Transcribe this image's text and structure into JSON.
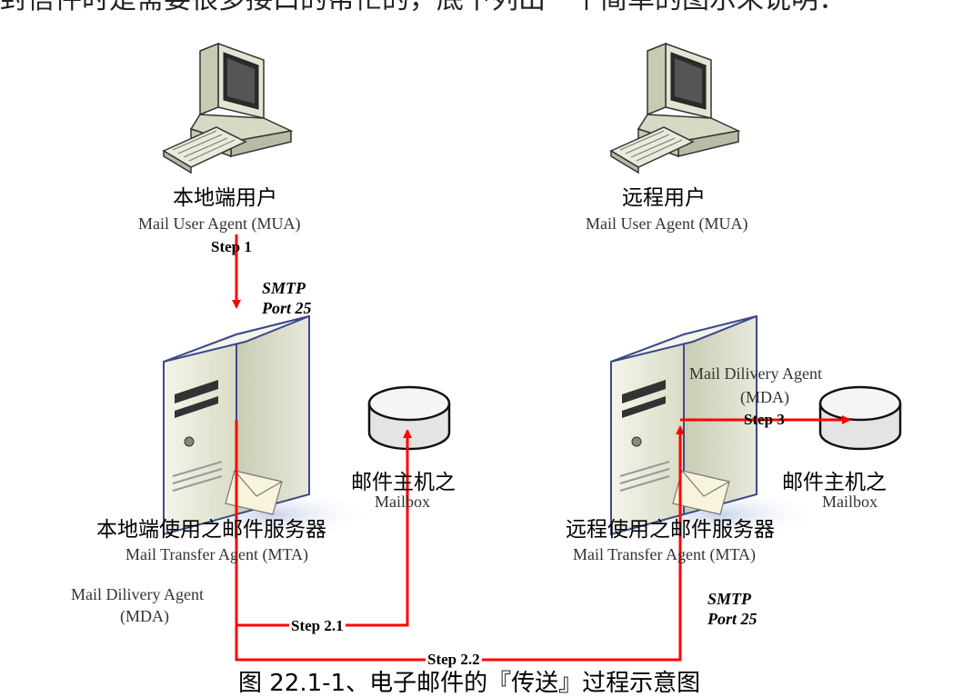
{
  "header_text": "封信件时是需要很多接口的帮忙的，底下列出一个简单的图示来说明：",
  "nodes": {
    "local_user": {
      "name": "本地端用户",
      "role": "Mail User Agent (MUA)"
    },
    "remote_user": {
      "name": "远程用户",
      "role": "Mail User Agent (MUA)"
    },
    "local_server": {
      "name": "本地端使用之邮件服务器",
      "role": "Mail Transfer Agent (MTA)"
    },
    "remote_server": {
      "name": "远程使用之邮件服务器",
      "role": "Mail Transfer Agent (MTA)"
    },
    "local_mailbox": {
      "name": "邮件主机之",
      "label": "Mailbox"
    },
    "remote_mailbox": {
      "name": "邮件主机之",
      "label": "Mailbox"
    },
    "local_mda": {
      "line1": "Mail Dilivery Agent",
      "line2": "(MDA)"
    },
    "remote_mda": {
      "line1": "Mail Dilivery Agent",
      "line2": "(MDA)"
    }
  },
  "protocols": {
    "smtp_top": {
      "name": "SMTP",
      "port": "Port 25"
    },
    "smtp_bottom": {
      "name": "SMTP",
      "port": "Port 25"
    }
  },
  "steps": {
    "step1": "Step 1",
    "step21": "Step 2.1",
    "step22": "Step 2.2",
    "step3": "Step 3"
  },
  "caption": "图 22.1-1、电子邮件的『传送』过程示意图",
  "colors": {
    "arrow": "#ff0000",
    "server_body": "#e9ebdc",
    "server_edge": "#3a4a8a"
  }
}
